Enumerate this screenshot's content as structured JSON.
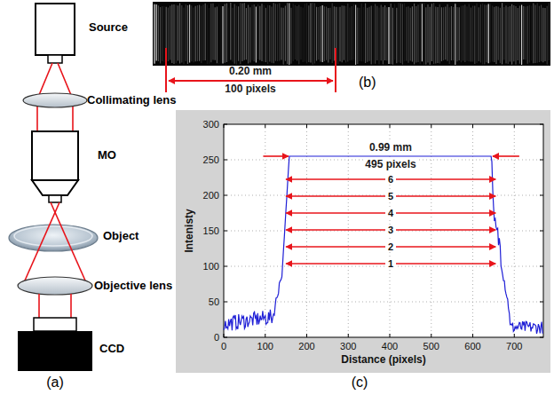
{
  "diagram": {
    "labels": [
      "Source",
      "Collimating lens",
      "MO",
      "Object",
      "Objective lens",
      "CCD",
      "(a)",
      "0.20 mm",
      "100 pixels",
      "(b)",
      "0.99 mm",
      "495 pixels",
      "6",
      "5",
      "4",
      "3",
      "2",
      "1",
      "300",
      "250",
      "200",
      "150",
      "100",
      "50",
      "0",
      "Intenisty",
      "0",
      "100",
      "200",
      "300",
      "400",
      "500",
      "600",
      "700",
      "Distance (pixels)",
      "(c)"
    ]
  }
}
